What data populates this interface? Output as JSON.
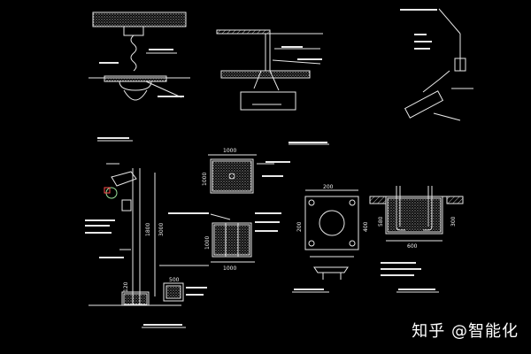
{
  "watermark": "知乎 @智能化",
  "dims": {
    "d_1000_a": "1000",
    "d_1000_b": "1000",
    "d_1800": "1800",
    "d_3000": "3000",
    "d_120": "120",
    "d_500": "500",
    "d_200": "200",
    "d_400": "400",
    "d_600": "600",
    "d_580": "580",
    "d_300": "300",
    "d_1000_c": "1000",
    "d_1000_d": "1000"
  }
}
